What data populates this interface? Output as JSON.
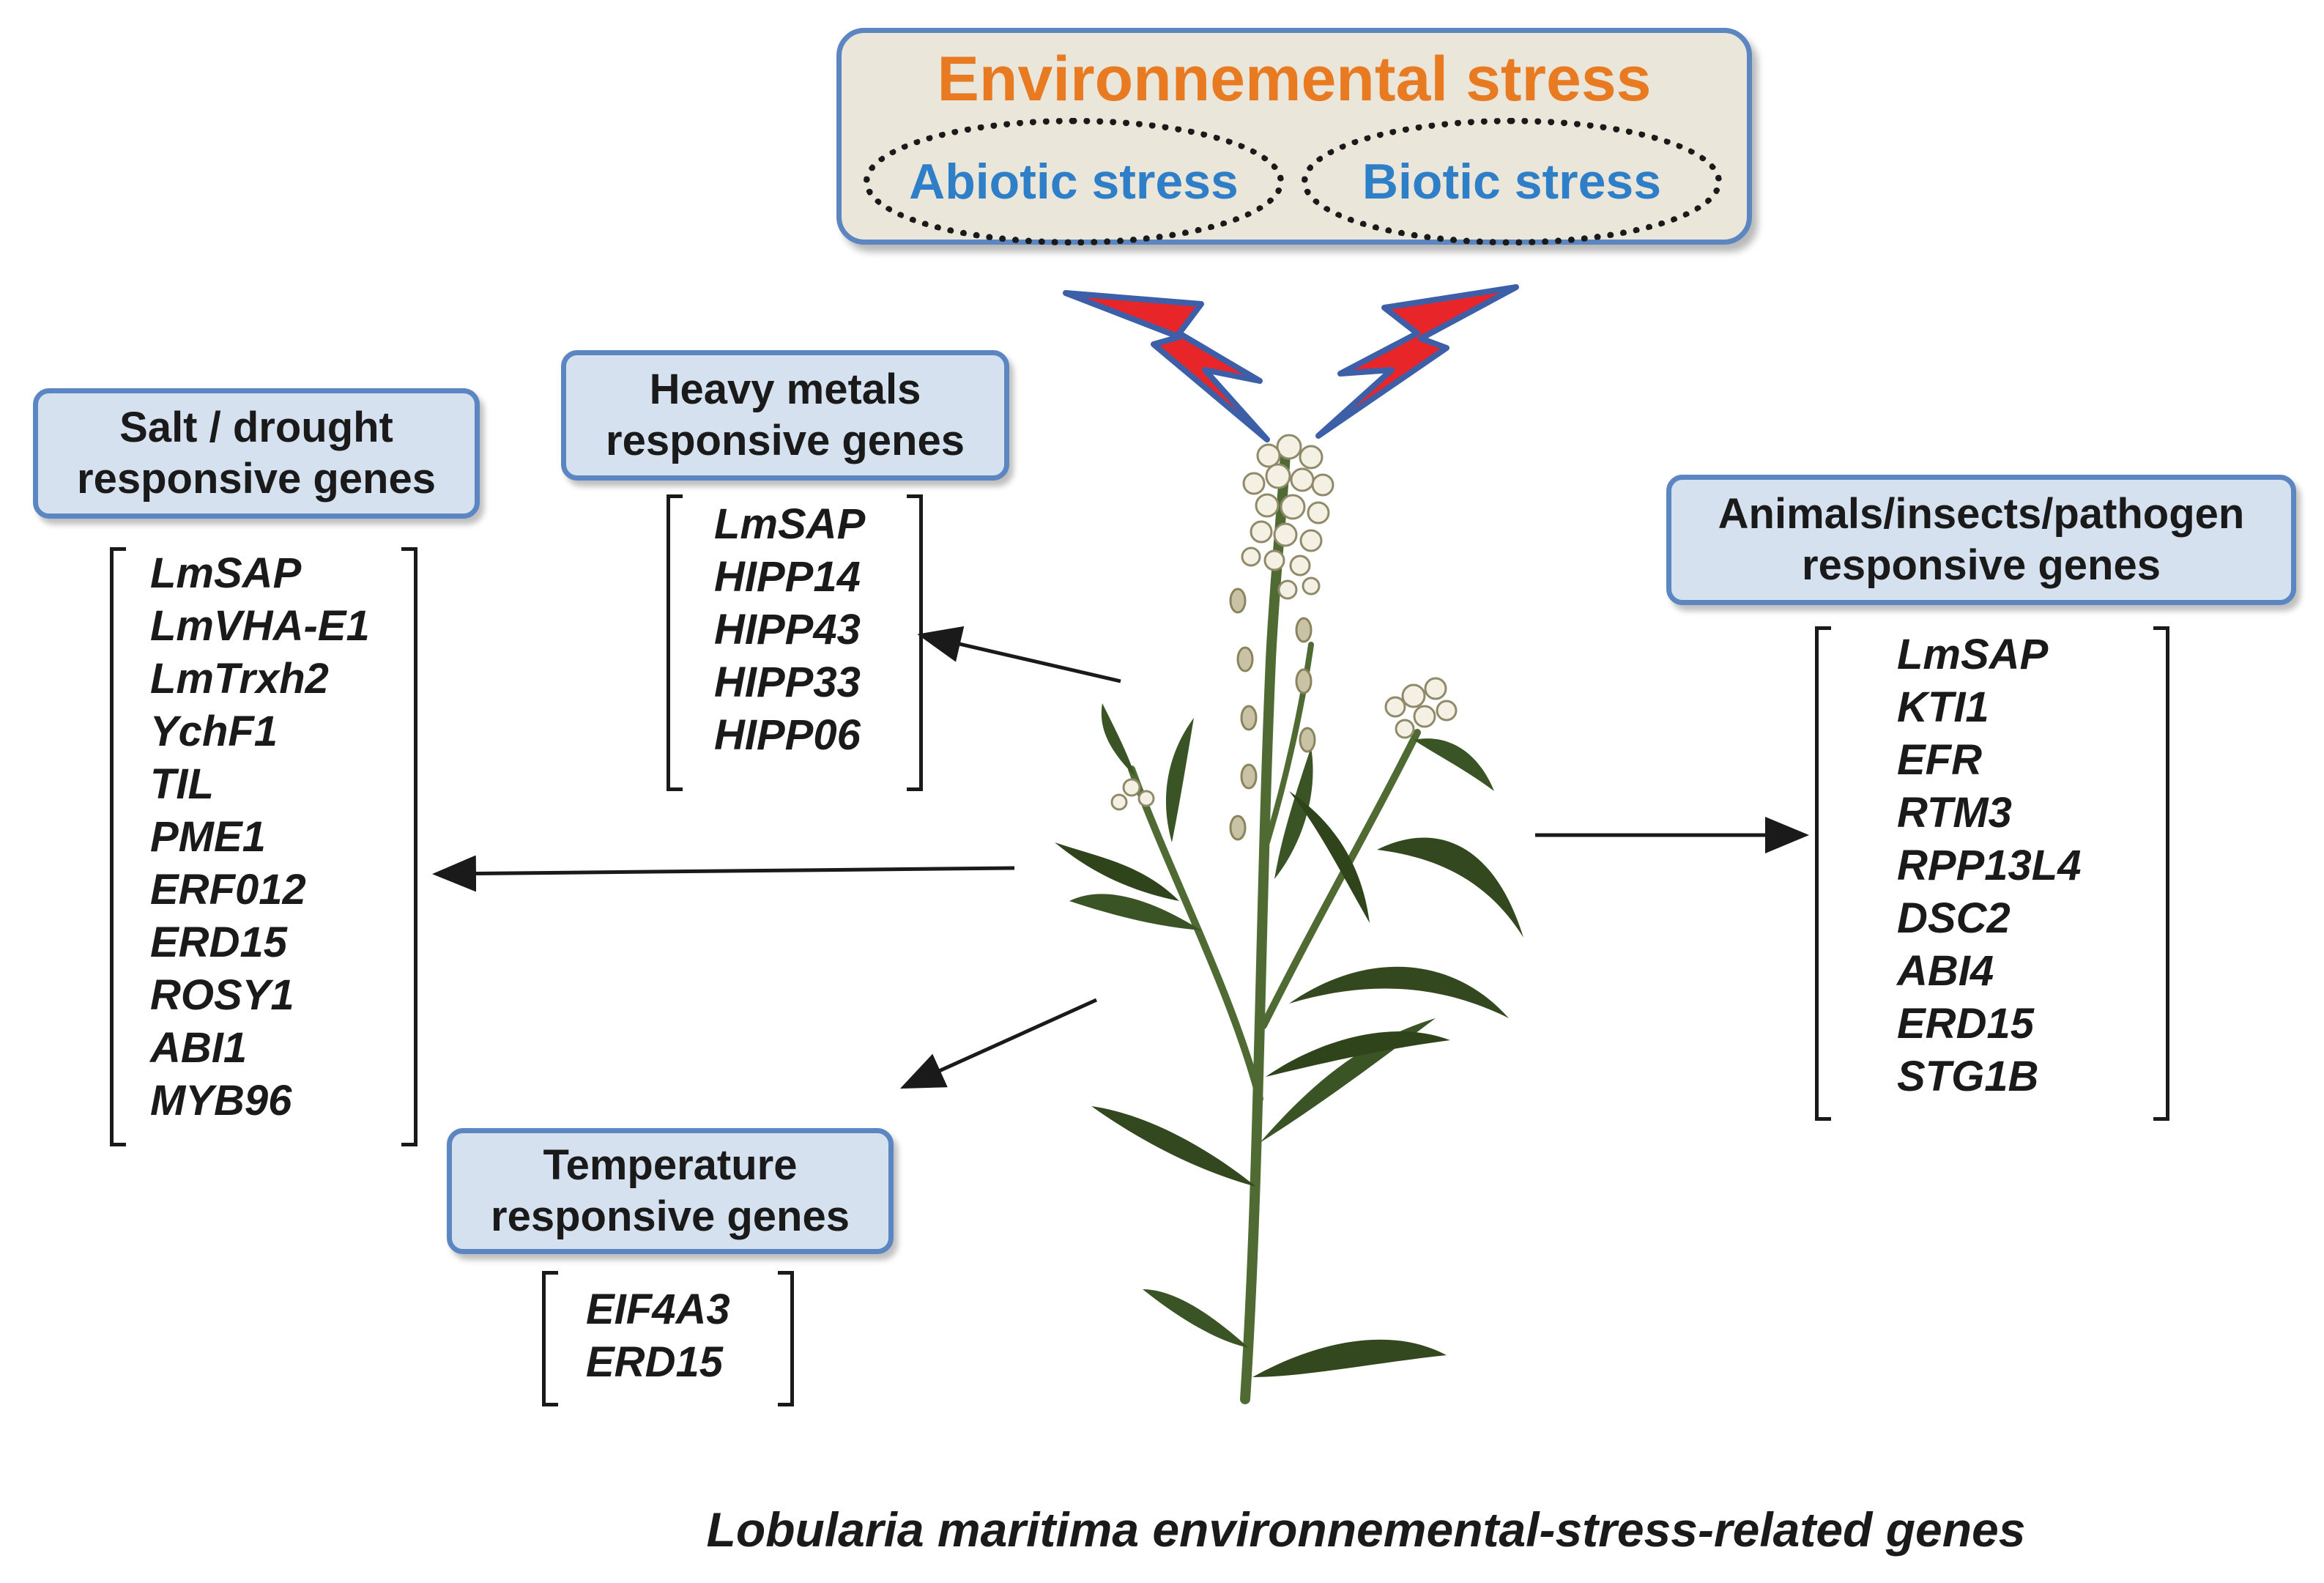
{
  "environmental_stress": {
    "title": "Environnemental stress",
    "abiotic": "Abiotic stress",
    "biotic": "Biotic stress"
  },
  "categories": {
    "salt_drought": {
      "label_line1": "Salt / drought",
      "label_line2": "responsive genes",
      "genes": [
        "LmSAP",
        "LmVHA-E1",
        "LmTrxh2",
        "YchF1",
        "TIL",
        "PME1",
        "ERF012",
        "ERD15",
        "ROSY1",
        "ABI1",
        "MYB96"
      ]
    },
    "heavy_metals": {
      "label_line1": "Heavy metals",
      "label_line2": "responsive genes",
      "genes": [
        "LmSAP",
        "HIPP14",
        "HIPP43",
        "HIPP33",
        "HIPP06"
      ]
    },
    "temperature": {
      "label_line1": "Temperature",
      "label_line2": "responsive genes",
      "genes": [
        "EIF4A3",
        "ERD15"
      ]
    },
    "animals_insects_pathogen": {
      "label_line1": "Animals/insects/pathogen",
      "label_line2": "responsive genes",
      "genes": [
        "LmSAP",
        "KTI1",
        "EFR",
        "RTM3",
        "RPP13L4",
        "DSC2",
        "ABI4",
        "ERD15",
        "STG1B"
      ]
    }
  },
  "caption": "Lobularia maritima environnemental-stress-related genes",
  "colors": {
    "title_orange": "#e87a22",
    "stress_blue": "#2f7fc8",
    "box_border": "#5b86c2",
    "category_fill": "#d6e1ef",
    "lightning_red": "#e8262a",
    "lightning_outline": "#3d5fa8",
    "plant_green": "#3d5a2a"
  }
}
